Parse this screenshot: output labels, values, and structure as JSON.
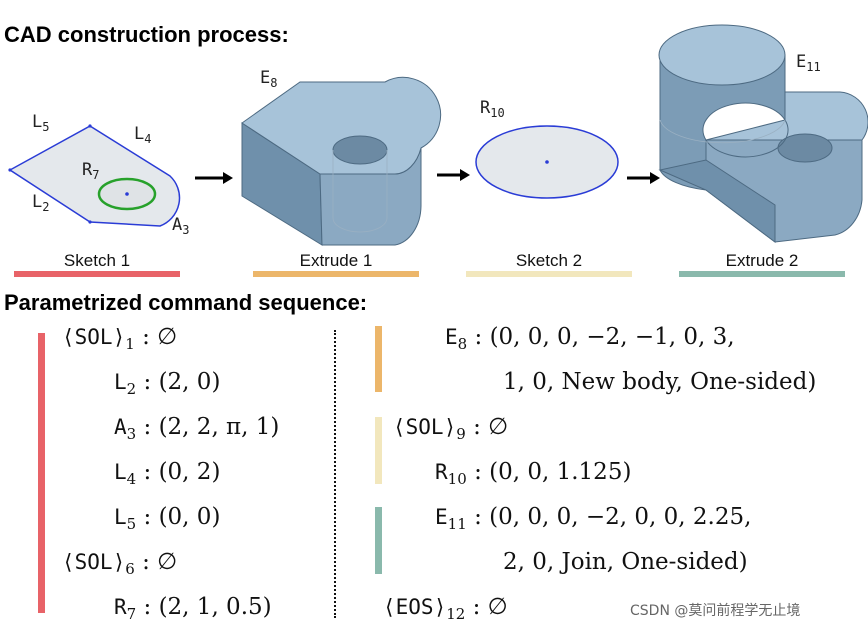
{
  "headings": {
    "process": "CAD construction process:",
    "sequence": "Parametrized command sequence:"
  },
  "stages": [
    {
      "label": "Sketch 1",
      "color": "#e86368"
    },
    {
      "label": "Extrude 1",
      "color": "#ecb66a"
    },
    {
      "label": "Sketch 2",
      "color": "#f2e7bd"
    },
    {
      "label": "Extrude 2",
      "color": "#8ab9ac"
    }
  ],
  "diagram_labels": {
    "sketch1": {
      "L5": {
        "name": "L",
        "sub": "5"
      },
      "L4": {
        "name": "L",
        "sub": "4"
      },
      "R7": {
        "name": "R",
        "sub": "7"
      },
      "L2": {
        "name": "L",
        "sub": "2"
      },
      "A3": {
        "name": "A",
        "sub": "3"
      }
    },
    "extrude1": {
      "E8": {
        "name": "E",
        "sub": "8"
      }
    },
    "sketch2": {
      "R10": {
        "name": "R",
        "sub": "10"
      }
    },
    "extrude2": {
      "E11": {
        "name": "E",
        "sub": "11"
      }
    }
  },
  "commands_left": [
    {
      "name": "⟨SOL⟩",
      "sub": "1",
      "value": ": ∅"
    },
    {
      "name": "L",
      "sub": "2",
      "value": ": (2, 0)"
    },
    {
      "name": "A",
      "sub": "3",
      "value": ": (2, 2, π, 1)"
    },
    {
      "name": "L",
      "sub": "4",
      "value": ": (0, 2)"
    },
    {
      "name": "L",
      "sub": "5",
      "value": ": (0, 0)"
    },
    {
      "name": "⟨SOL⟩",
      "sub": "6",
      "value": ": ∅"
    },
    {
      "name": "R",
      "sub": "7",
      "value": ": (2, 1, 0.5)"
    }
  ],
  "commands_right": [
    {
      "name": "E",
      "sub": "8",
      "value": ": (0, 0, 0, −2, −1, 0, 3,"
    },
    {
      "name": "",
      "sub": "",
      "value": "1, 0, New body, One-sided)"
    },
    {
      "name": "⟨SOL⟩",
      "sub": "9",
      "value": ": ∅"
    },
    {
      "name": "R",
      "sub": "10",
      "value": ": (0, 0, 1.125)"
    },
    {
      "name": "E",
      "sub": "11",
      "value": ": (0, 0, 0, −2, 0, 0, 2.25,"
    },
    {
      "name": "",
      "sub": "",
      "value": "2, 0, Join, One-sided)"
    },
    {
      "name": "⟨EOS⟩",
      "sub": "12",
      "value": ": ∅"
    }
  ],
  "watermark": "CSDN @莫问前程学无止境",
  "colors": {
    "sketch_fill": "#e4e8ec",
    "sketch_stroke": "#2a3cd6",
    "circle_green": "#27a12b",
    "solid_blue": "#8fb4d0"
  }
}
